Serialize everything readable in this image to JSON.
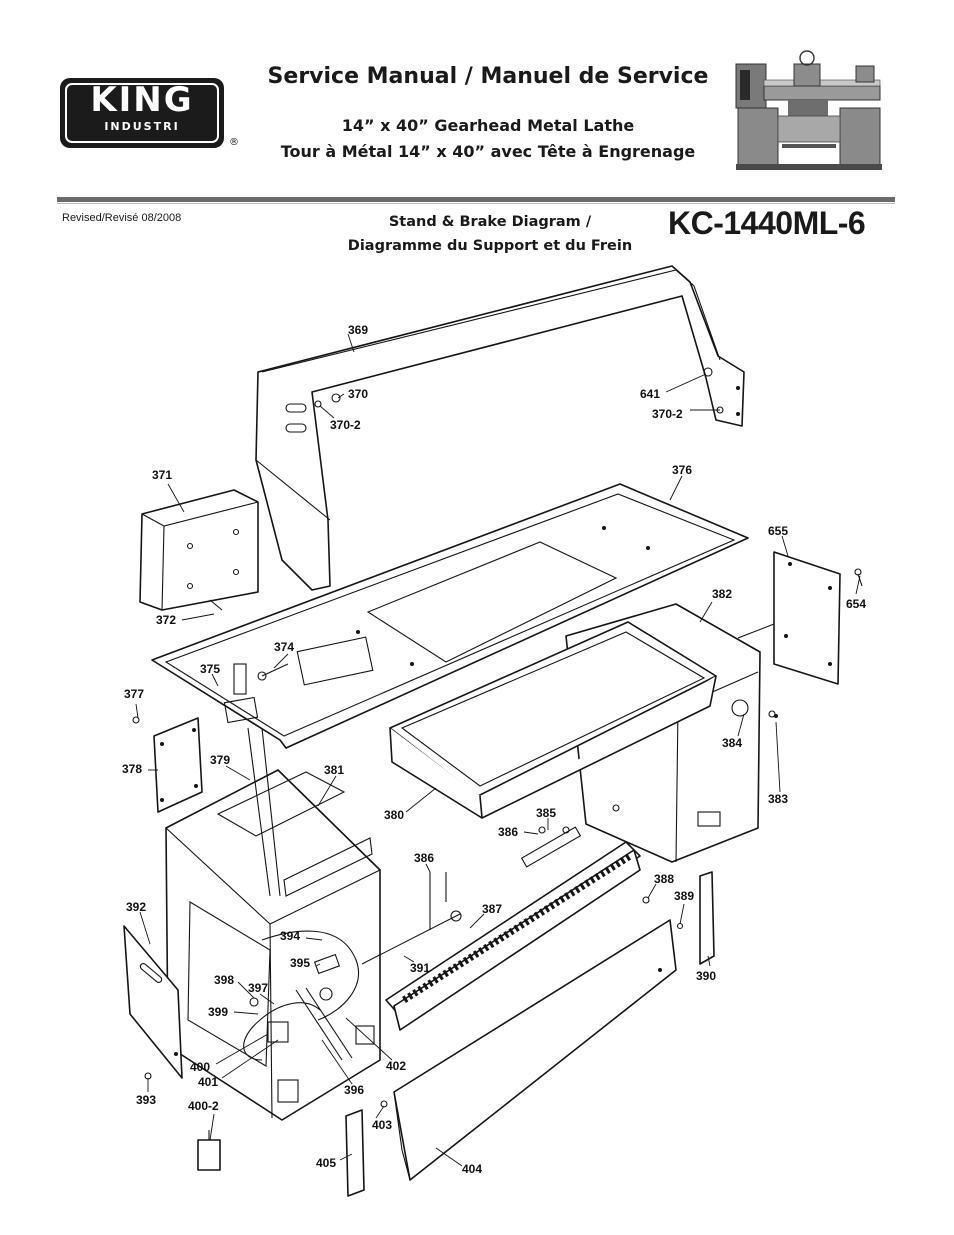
{
  "header": {
    "brand": "KING",
    "brand_sub": "INDUSTRI",
    "registered_mark": "®",
    "title": "Service Manual / Manuel de Service",
    "subtitle_en": "14” x 40” Gearhead Metal Lathe",
    "subtitle_fr": "Tour à Métal 14” x 40” avec Tête à Engrenage"
  },
  "meta": {
    "revised": "Revised/Revisé 08/2008",
    "diagram_title_1": "Stand & Brake Diagram /",
    "diagram_title_2": "Diagramme du Support et du Frein",
    "model": "KC-1440ML-6"
  },
  "parts": {
    "p369": "369",
    "p370": "370",
    "p370_2a": "370-2",
    "p641": "641",
    "p370_2b": "370-2",
    "p371": "371",
    "p376": "376",
    "p655": "655",
    "p654": "654",
    "p372": "372",
    "p382": "382",
    "p374": "374",
    "p375": "375",
    "p377": "377",
    "p384": "384",
    "p378": "378",
    "p379": "379",
    "p381": "381",
    "p383": "383",
    "p380": "380",
    "p385": "385",
    "p386a": "386",
    "p386b": "386",
    "p388": "388",
    "p389": "389",
    "p392": "392",
    "p387": "387",
    "p394": "394",
    "p395": "395",
    "p391": "391",
    "p390": "390",
    "p398": "398",
    "p397": "397",
    "p399": "399",
    "p400": "400",
    "p402": "402",
    "p401": "401",
    "p396": "396",
    "p393": "393",
    "p400_2": "400-2",
    "p403": "403",
    "p405": "405",
    "p404": "404"
  }
}
